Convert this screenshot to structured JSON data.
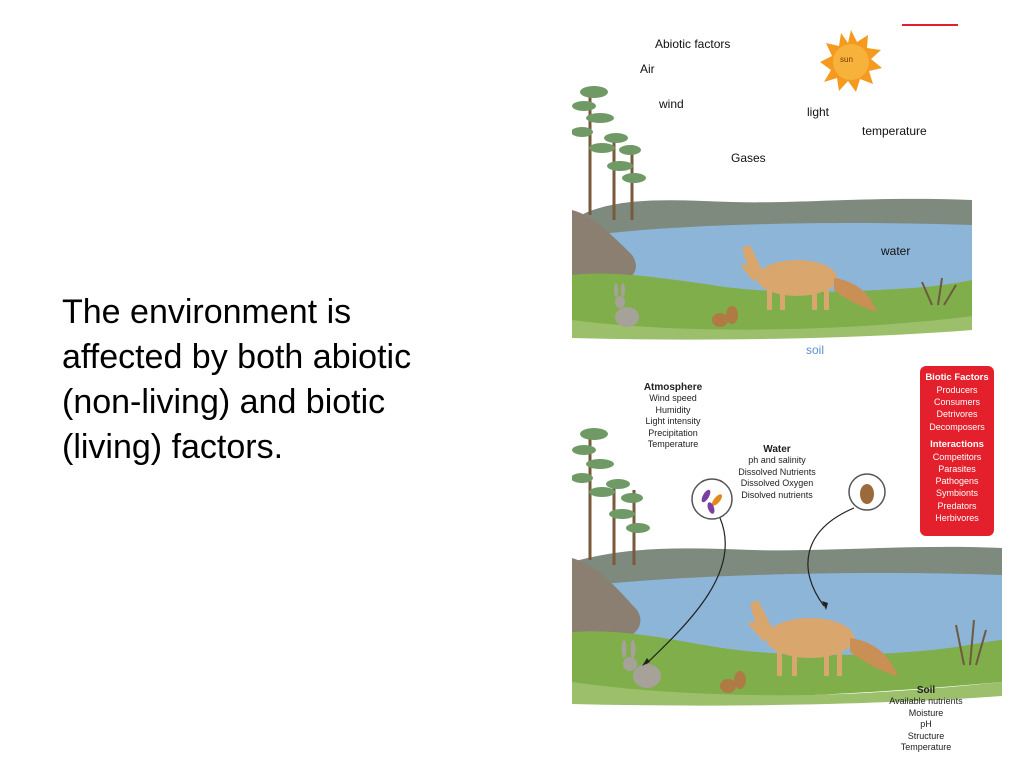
{
  "slide": {
    "text_lines": [
      "The environment is",
      "affected by both abiotic",
      "(non-living) and biotic",
      "(living) factors."
    ]
  },
  "top_diagram": {
    "title": "Abiotic factors",
    "sun_label": "sun",
    "air": "Air",
    "wind": "wind",
    "light": "light",
    "temperature": "temperature",
    "gases": "Gases",
    "water": "water",
    "soil": "soil"
  },
  "bottom_diagram": {
    "atmosphere": {
      "heading": "Atmosphere",
      "items": [
        "Wind speed",
        "Humidity",
        "Light intensity",
        "Precipitation",
        "Temperature"
      ]
    },
    "water": {
      "heading": "Water",
      "items": [
        "ph and salinity",
        "Dissolved Nutrients",
        "Dissolved Oxygen",
        "Disolved nutrients"
      ]
    },
    "soil": {
      "heading": "Soil",
      "items": [
        "Available nutrients",
        "Moisture",
        "pH",
        "Structure",
        "Temperature"
      ]
    },
    "biotic": {
      "heading": "Biotic Factors",
      "items": [
        "Producers",
        "Consumers",
        "Detrivores",
        "Decomposers"
      ],
      "interactions_heading": "Interactions",
      "interactions": [
        "Competitors",
        "Parasites",
        "Pathogens",
        "Symbionts",
        "Predators",
        "Herbivores"
      ]
    }
  },
  "colors": {
    "water": "#8db5d8",
    "hills": "#7e8a7d",
    "grass": "#7fae4a",
    "rock": "#8a7f70",
    "sun": "#f39a1f",
    "coyote": "#d9a66e",
    "biotic_box": "#e3202b",
    "soil_label": "#5b8fd0"
  }
}
